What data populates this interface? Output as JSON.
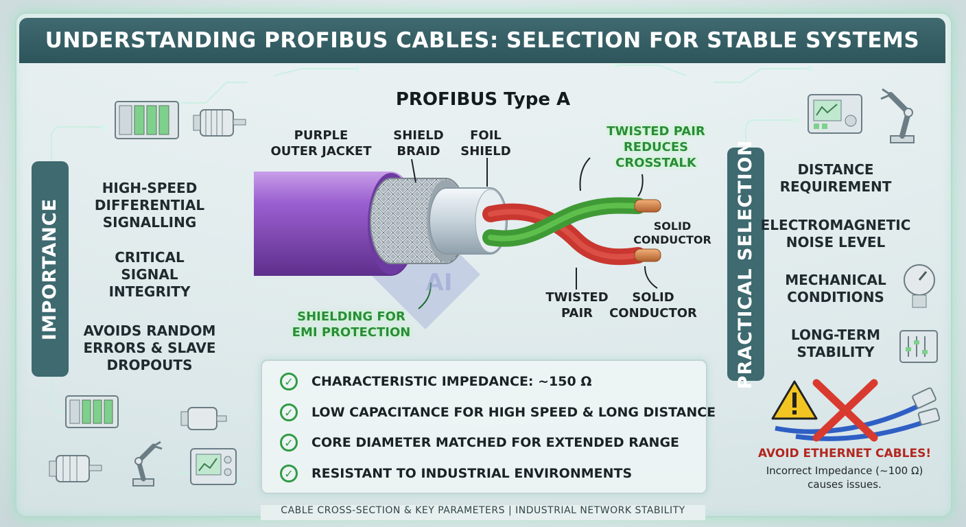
{
  "title": "UNDERSTANDING PROFIBUS CABLES: SELECTION FOR STABLE SYSTEMS",
  "subtitle": "PROFIBUS Type A",
  "left_panel": {
    "tab_label": "IMPORTANCE",
    "items": [
      "HIGH-SPEED\nDIFFERENTIAL\nSIGNALLING",
      "CRITICAL\nSIGNAL\nINTEGRITY",
      "AVOIDS RANDOM\nERRORS & SLAVE\nDROPOUTS"
    ]
  },
  "right_panel": {
    "tab_label": "PRACTICAL SELECTION",
    "items": [
      "DISTANCE\nREQUIREMENT",
      "ELECTROMAGNETIC\nNOISE LEVEL",
      "MECHANICAL\nCONDITIONS",
      "LONG-TERM\nSTABILITY"
    ]
  },
  "cable_labels": {
    "outer_jacket": "PURPLE\nOUTER JACKET",
    "shield_braid": "SHIELD\nBRAID",
    "foil_shield": "FOIL\nSHIELD",
    "twisted_pair_reduces": "TWISTED PAIR\nREDUCES\nCROSSTALK",
    "solid_conductor_top": "SOLID\nCONDUCTOR",
    "twisted_pair": "TWISTED\nPAIR",
    "solid_conductor_bottom": "SOLID\nCONDUCTOR",
    "shielding": "SHIELDING FOR\nEMI PROTECTION"
  },
  "parameters": [
    "CHARACTERISTIC IMPEDANCE: ~150 Ω",
    "LOW CAPACITANCE FOR HIGH SPEED & LONG DISTANCE",
    "CORE DIAMETER MATCHED FOR EXTENDED RANGE",
    "RESISTANT TO INDUSTRIAL ENVIRONMENTS"
  ],
  "warning": {
    "title": "AVOID ETHERNET CABLES!",
    "text": "Incorrect Impedance (~100 Ω)\ncauses issues."
  },
  "watermark": "AI",
  "footer": "CABLE CROSS-SECTION & KEY PARAMETERS | INDUSTRIAL NETWORK STABILITY",
  "colors": {
    "title_bg": "#2d555b",
    "jacket": "#8a4fc0",
    "green_label": "#2c8a3b",
    "check": "#2f9a44",
    "warning": "#b3261e",
    "wire_red": "#d8403a",
    "wire_green": "#4caf3f"
  },
  "icons": [
    "plc-rack-icon",
    "motor-icon",
    "robot-arm-icon",
    "hmi-panel-icon",
    "gauge-icon",
    "control-panel-icon",
    "warning-icon",
    "cross-icon",
    "ethernet-cable-icon",
    "check-icon"
  ]
}
